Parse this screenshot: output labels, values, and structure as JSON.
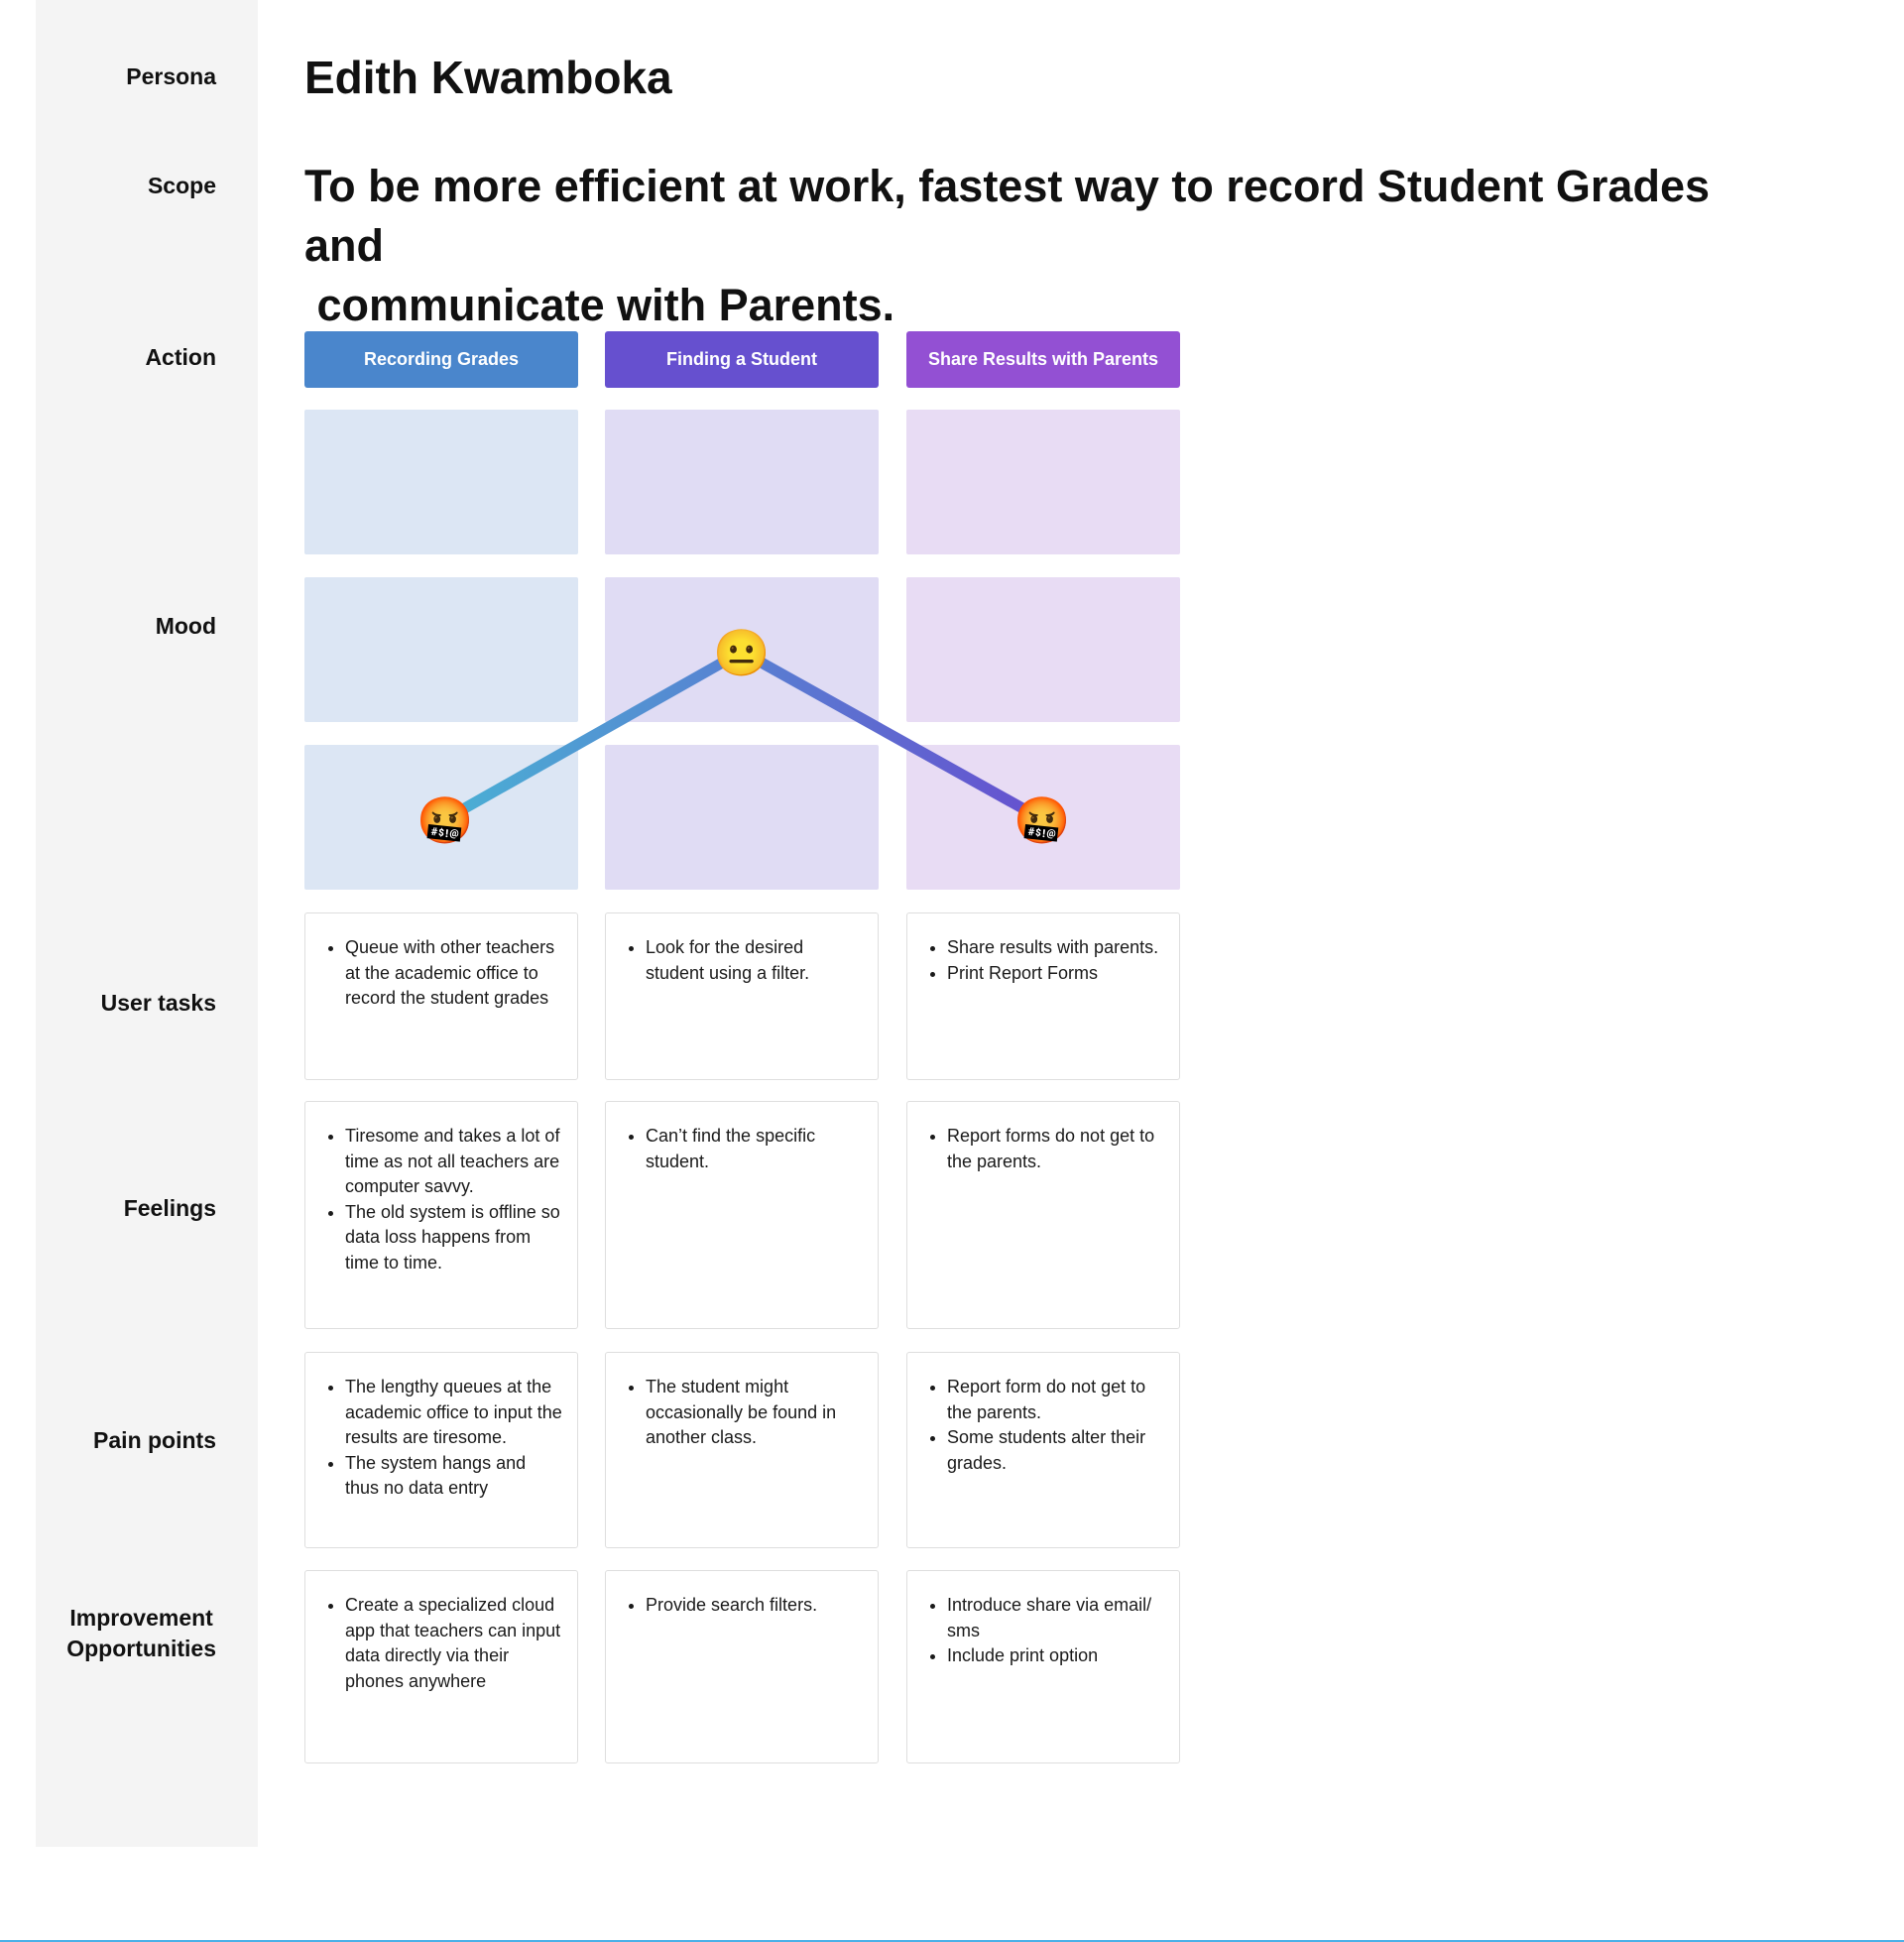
{
  "colors": {
    "action_1": "#4a86cc",
    "action_2": "#6650cf",
    "action_3": "#9350d3",
    "mood_col_1": "#dce6f4",
    "mood_col_2": "#e0dcf4",
    "mood_col_3": "#e8dcf4",
    "line_start": "#4ab0d4",
    "line_end": "#6650cf",
    "bottom_line": "#4ab0e8"
  },
  "labels": {
    "persona": "Persona",
    "scope": "Scope",
    "action": "Action",
    "mood": "Mood",
    "user_tasks": "User tasks",
    "feelings": "Feelings",
    "pain_points": "Pain points",
    "improvement": "Improvement\nOpportunities"
  },
  "persona_name": "Edith Kwamboka",
  "scope": "To be more efficient at work, fastest way to record Student Grades and\n communicate with Parents.",
  "actions": [
    "Recording Grades",
    "Finding a Student",
    "Share Results with Parents"
  ],
  "mood": [
    {
      "stage": "Recording Grades",
      "level": "low",
      "emoji": "🤬",
      "icon": "angry-face-icon"
    },
    {
      "stage": "Finding a Student",
      "level": "middle",
      "emoji": "😐",
      "icon": "neutral-face-icon"
    },
    {
      "stage": "Share Results with Parents",
      "level": "low",
      "emoji": "🤬",
      "icon": "angry-face-icon"
    }
  ],
  "user_tasks": [
    [
      "Queue with other teachers at the academic office to record the student grades"
    ],
    [
      "Look for the desired student using a filter."
    ],
    [
      "Share results with parents.",
      "Print Report Forms"
    ]
  ],
  "feelings": [
    [
      "Tiresome and takes a lot of time as not all teachers are computer savvy.",
      "The old system is offline so data loss happens from time to time."
    ],
    [
      "Can’t find the specific student."
    ],
    [
      "Report forms do not get to the parents."
    ]
  ],
  "pain_points": [
    [
      "The lengthy queues at the academic office to input the results are tiresome.",
      "The system hangs and thus no data entry"
    ],
    [
      "The student might occasionally be found in another class."
    ],
    [
      "Report form do not get to the parents.",
      "Some students alter their grades."
    ]
  ],
  "improvement": [
    [
      "Create a specialized cloud app that teachers can input data directly via their phones anywhere"
    ],
    [
      "Provide search filters."
    ],
    [
      "Introduce share via email/ sms",
      "Include print option"
    ]
  ]
}
